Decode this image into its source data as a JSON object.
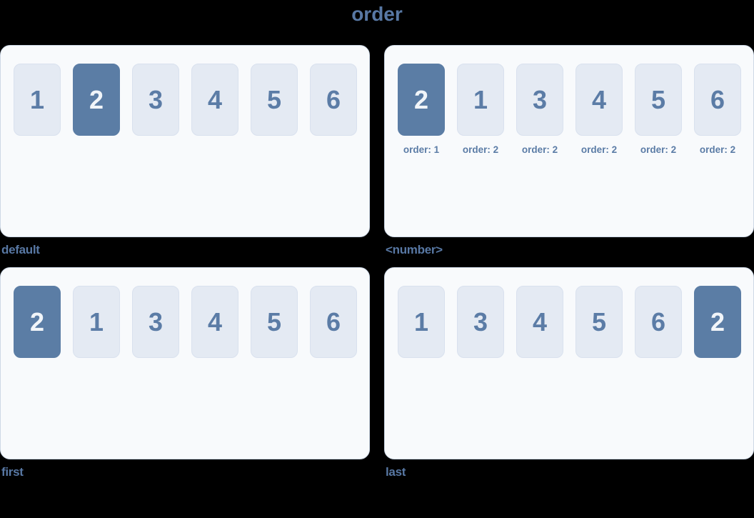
{
  "page": {
    "title": "order",
    "background": "#000000"
  },
  "colors": {
    "accent": "#5878a4",
    "accent_num": "#5b7ca6",
    "panel_bg": "#f8fafc",
    "panel_border": "#cdd8e6",
    "box_bg": "#e4eaf3",
    "box_border": "#d9e1ee",
    "highlight_bg": "#5b7da5",
    "highlight_text": "#f1f5f9"
  },
  "panels": [
    {
      "caption": "default",
      "items": [
        {
          "label": "1",
          "highlighted": false
        },
        {
          "label": "2",
          "highlighted": true
        },
        {
          "label": "3",
          "highlighted": false
        },
        {
          "label": "4",
          "highlighted": false
        },
        {
          "label": "5",
          "highlighted": false
        },
        {
          "label": "6",
          "highlighted": false
        }
      ]
    },
    {
      "caption": "<number>",
      "items": [
        {
          "label": "2",
          "highlighted": true,
          "order_label": "order: 1"
        },
        {
          "label": "1",
          "highlighted": false,
          "order_label": "order: 2"
        },
        {
          "label": "3",
          "highlighted": false,
          "order_label": "order: 2"
        },
        {
          "label": "4",
          "highlighted": false,
          "order_label": "order: 2"
        },
        {
          "label": "5",
          "highlighted": false,
          "order_label": "order: 2"
        },
        {
          "label": "6",
          "highlighted": false,
          "order_label": "order: 2"
        }
      ]
    },
    {
      "caption": "first",
      "items": [
        {
          "label": "2",
          "highlighted": true
        },
        {
          "label": "1",
          "highlighted": false
        },
        {
          "label": "3",
          "highlighted": false
        },
        {
          "label": "4",
          "highlighted": false
        },
        {
          "label": "5",
          "highlighted": false
        },
        {
          "label": "6",
          "highlighted": false
        }
      ]
    },
    {
      "caption": "last",
      "items": [
        {
          "label": "1",
          "highlighted": false
        },
        {
          "label": "3",
          "highlighted": false
        },
        {
          "label": "4",
          "highlighted": false
        },
        {
          "label": "5",
          "highlighted": false
        },
        {
          "label": "6",
          "highlighted": false
        },
        {
          "label": "2",
          "highlighted": true
        }
      ]
    }
  ]
}
